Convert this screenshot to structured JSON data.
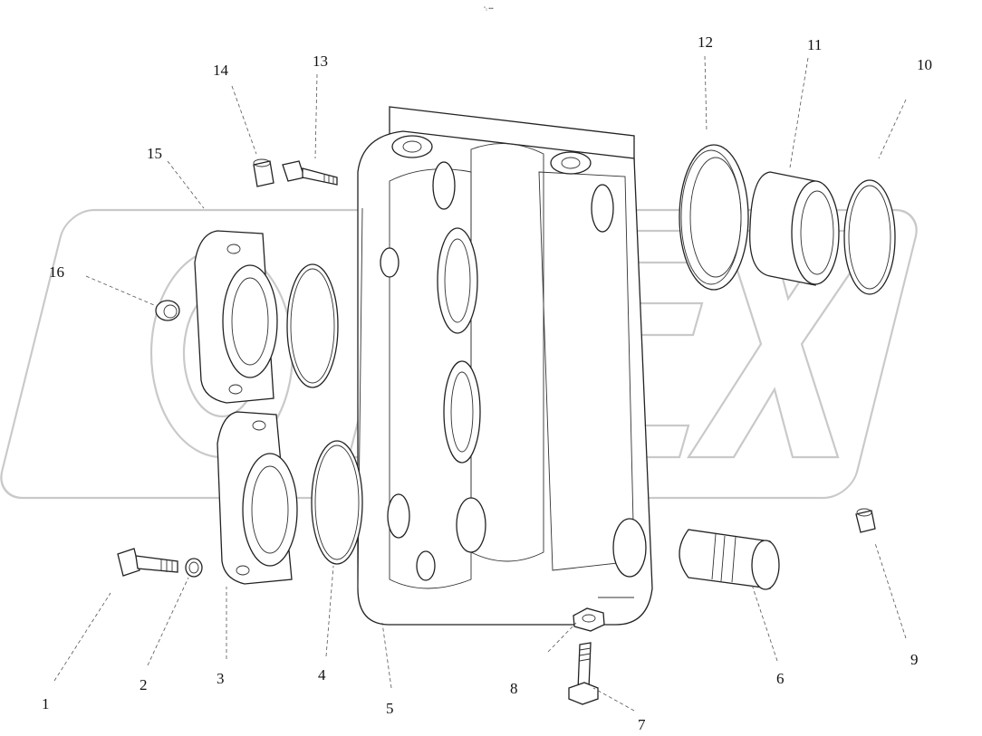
{
  "header": {
    "tiny_text": "°₂ •••"
  },
  "watermark": {
    "logo": "OPEX",
    "color": "#c9c9c9"
  },
  "callouts": [
    {
      "id": "1",
      "label": "1"
    },
    {
      "id": "2",
      "label": "2"
    },
    {
      "id": "3",
      "label": "3"
    },
    {
      "id": "4",
      "label": "4"
    },
    {
      "id": "5",
      "label": "5"
    },
    {
      "id": "6",
      "label": "6"
    },
    {
      "id": "7",
      "label": "7"
    },
    {
      "id": "8",
      "label": "8"
    },
    {
      "id": "9",
      "label": "9"
    },
    {
      "id": "10",
      "label": "10"
    },
    {
      "id": "11",
      "label": "11"
    },
    {
      "id": "12",
      "label": "12"
    },
    {
      "id": "13",
      "label": "13"
    },
    {
      "id": "14",
      "label": "14"
    },
    {
      "id": "15",
      "label": "15"
    },
    {
      "id": "16",
      "label": "16"
    }
  ]
}
